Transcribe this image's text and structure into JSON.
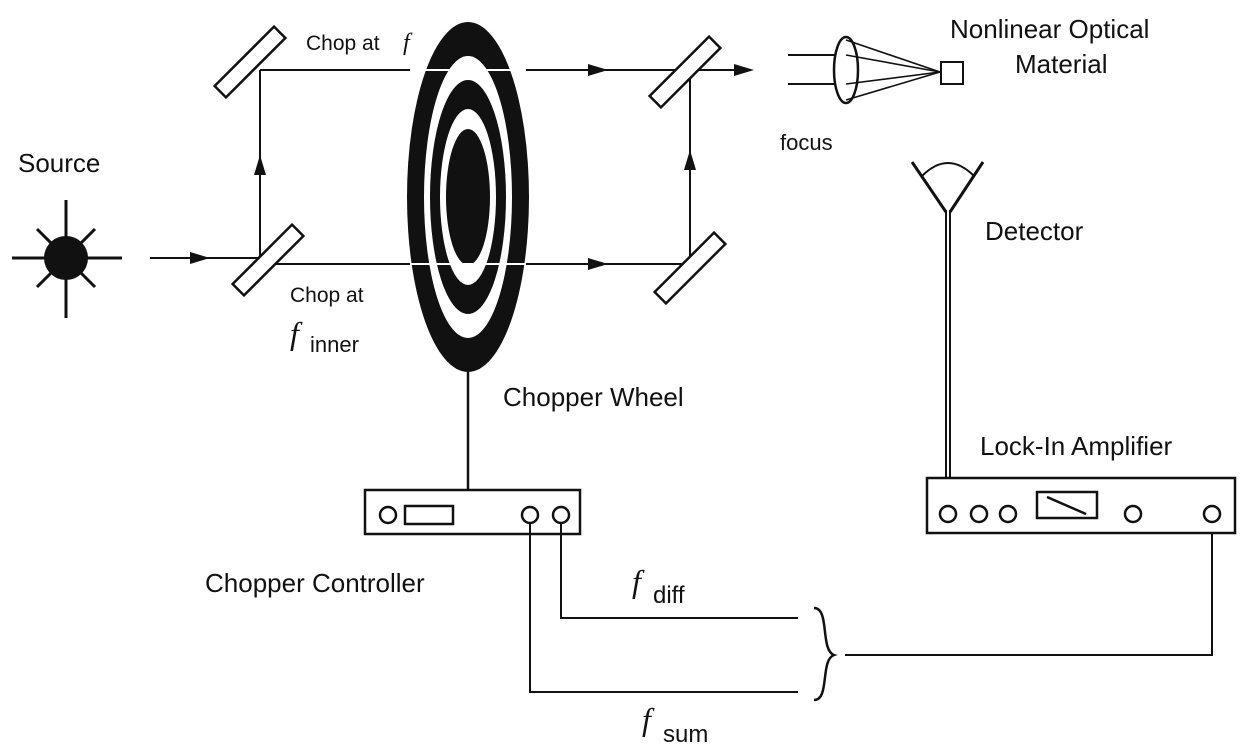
{
  "labels": {
    "source": "Source",
    "chop_at": "Chop at",
    "chop_f_symbol": "f",
    "chop_inner_prefix": "Chop at",
    "f_symbol": "f",
    "inner_sub": "inner",
    "chopper_wheel": "Chopper Wheel",
    "chopper_controller": "Chopper Controller",
    "focus": "focus",
    "nonlinear_line1": "Nonlinear Optical",
    "nonlinear_line2": "Material",
    "detector": "Detector",
    "lock_in_amplifier": "Lock-In Amplifier",
    "diff_sub": "diff",
    "sum_sub": "sum"
  },
  "colors": {
    "ink": "#111111",
    "background": "#ffffff"
  }
}
